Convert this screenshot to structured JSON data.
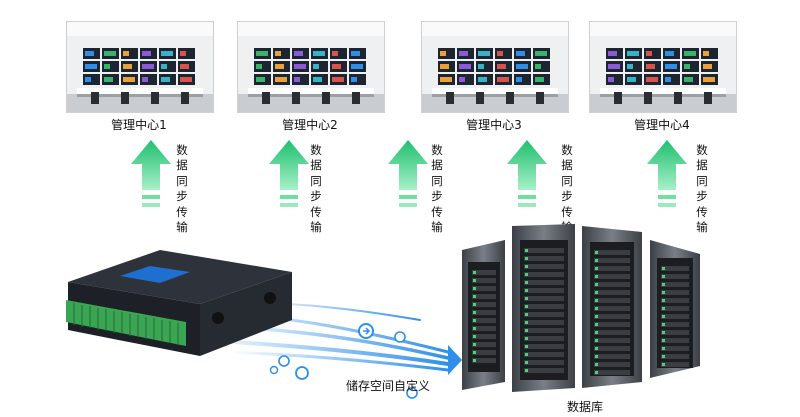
{
  "centers": [
    {
      "label": "管理中心1"
    },
    {
      "label": "管理中心2"
    },
    {
      "label": "管理中心3"
    },
    {
      "label": "管理中心4"
    }
  ],
  "sync_label": "数据同步传输",
  "storage_label": "储存空间自定义",
  "database_label": "数据库",
  "colors": {
    "arrow_green": "#3bd98a",
    "arrow_green_dark": "#18b36a",
    "flow_blue": "#2f8fe8",
    "device_body": "#20242b",
    "terminal_green": "#3aa653",
    "server_body": "#5b5f66"
  },
  "icons": {
    "upload_arrow": "up-arrow-icon",
    "flow_node": "arrow-circle-icon"
  }
}
